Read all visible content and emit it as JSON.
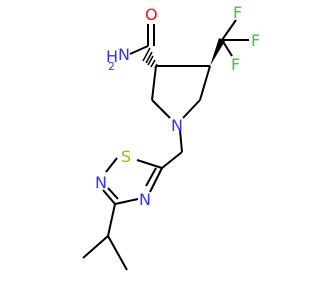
{
  "colors": {
    "bond": "#000000",
    "nitrogen": "#3333ff",
    "oxygen": "#ff0d0d",
    "sulfur": "#b2b200",
    "fluorine": "#33cc33",
    "background": "#ffffff"
  },
  "atoms": {
    "amide_o": "O",
    "amide_n_h": "H",
    "amide_n_sub": "2",
    "amide_n": "N",
    "f_top": "F",
    "f_right": "F",
    "f_left": "F",
    "ring_n": "N",
    "thiadiazole_s": "S",
    "thiadiazole_n2": "N",
    "thiadiazole_n4": "N"
  }
}
